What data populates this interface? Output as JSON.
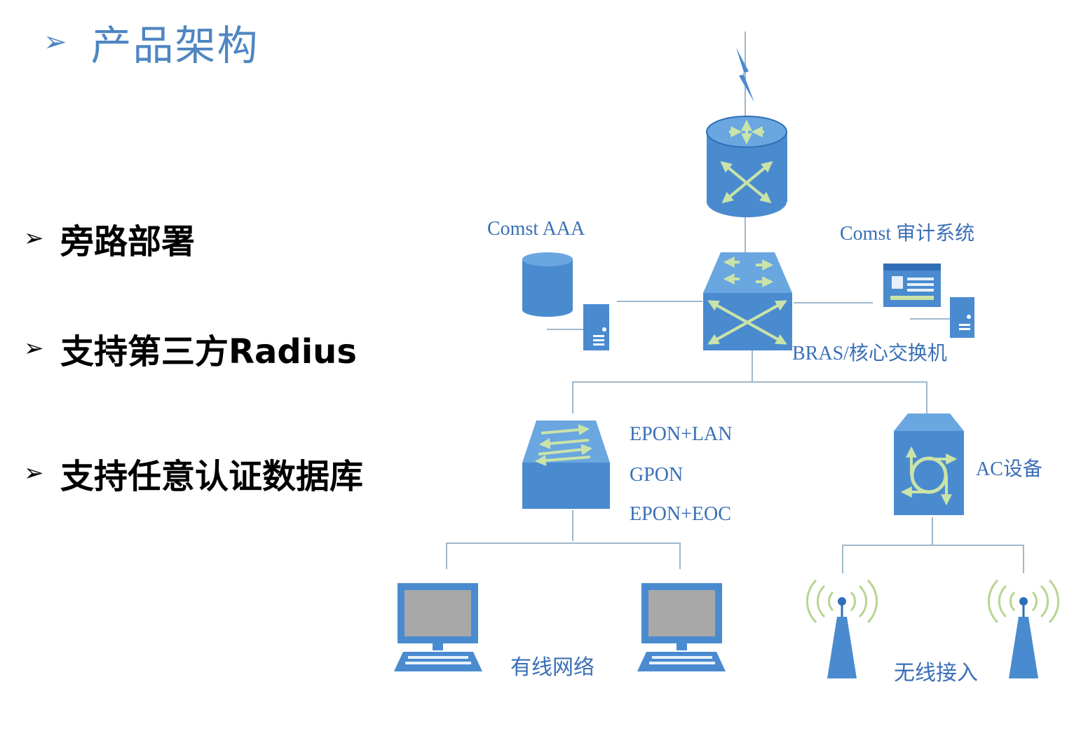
{
  "title": {
    "text": "产品架构",
    "bullet_glyph": "➢"
  },
  "bullets": [
    {
      "text": "旁路部署"
    },
    {
      "text": "支持第三方Radius"
    },
    {
      "text": "支持任意认证数据库"
    }
  ],
  "diagram": {
    "labels": {
      "aaa": "Comst  AAA",
      "audit": "Comst  审计系统",
      "core": "BRAS/核心交换机",
      "epon_lan": "EPON+LAN",
      "gpon": "GPON",
      "epon_eoc": "EPON+EOC",
      "ac": "AC设备",
      "wired": "有线网络",
      "wireless": "无线接入"
    },
    "icons": [
      "lightning-icon",
      "router-icon",
      "core-switch-icon",
      "database-icon",
      "server-icon",
      "audit-window-icon",
      "access-switch-icon",
      "ac-device-icon",
      "computer-icon",
      "wireless-tower-icon"
    ],
    "colors": {
      "primary": "#4a8bd0",
      "dark": "#2f6fb5",
      "arrow": "#c9e3a8",
      "line": "#9fb8cc",
      "label": "#3a6fb7"
    }
  }
}
